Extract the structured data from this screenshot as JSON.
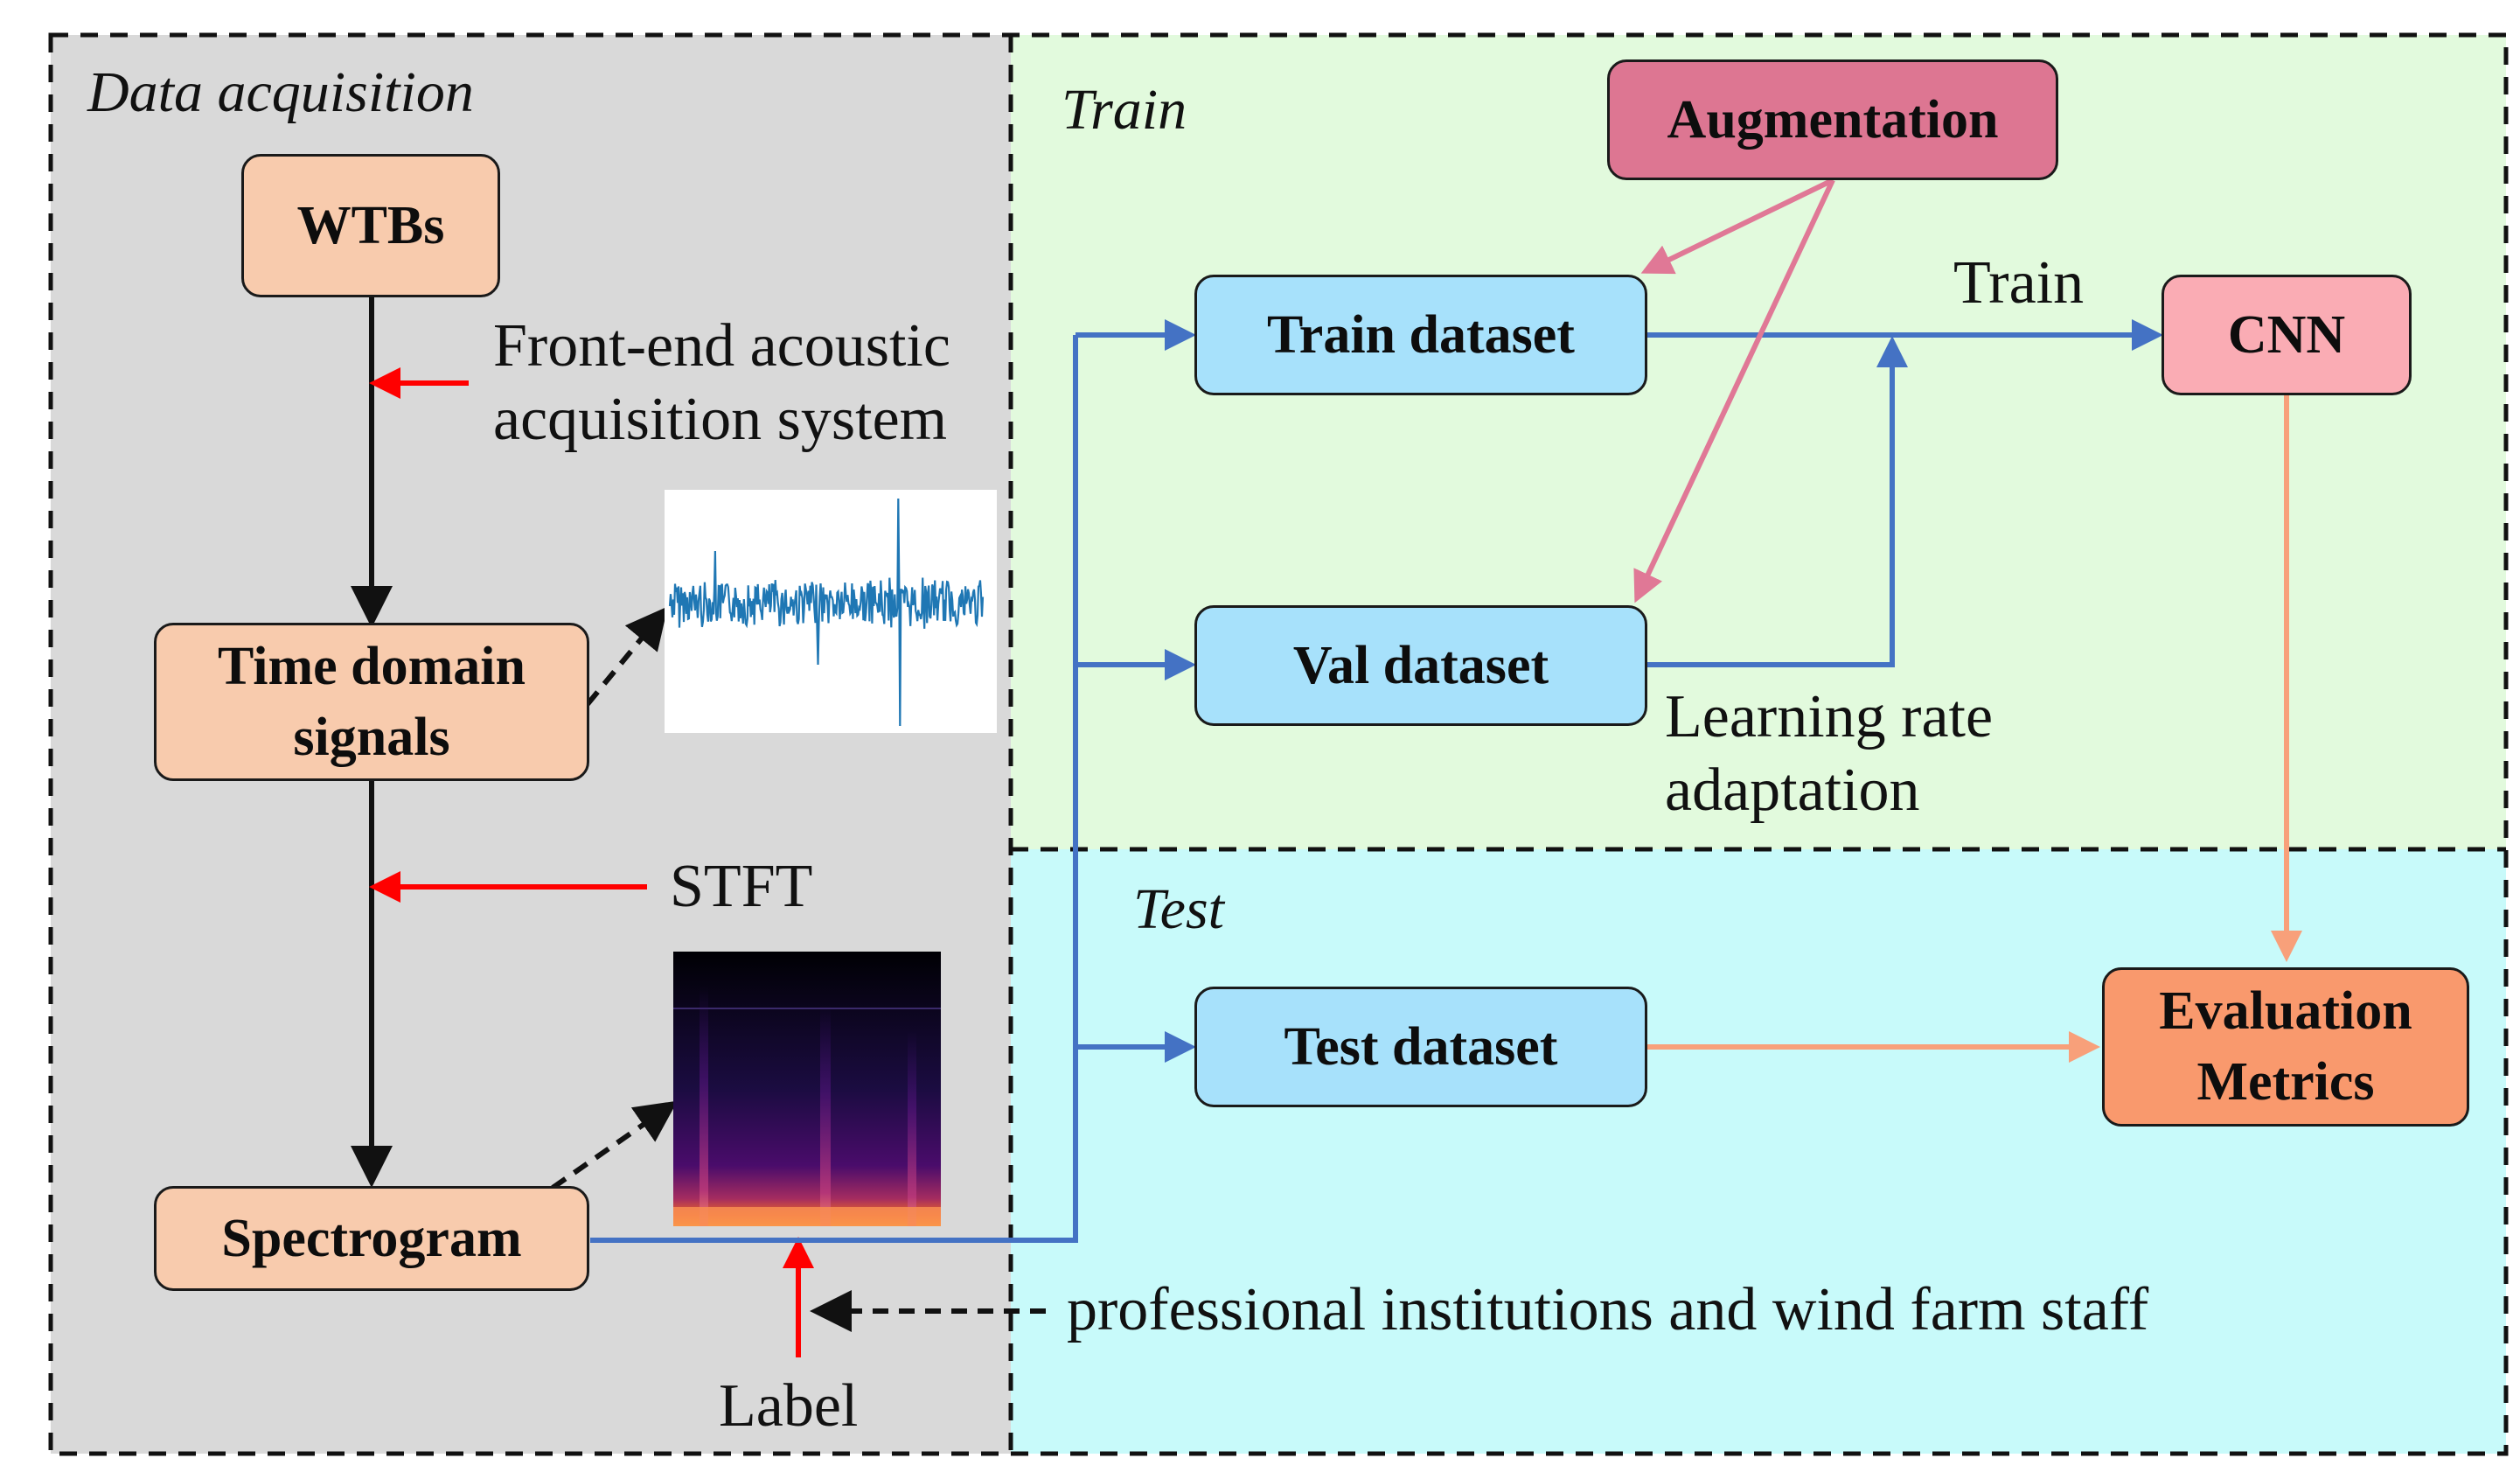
{
  "regions": {
    "data_acquisition": "Data acquisition",
    "train": "Train",
    "test": "Test"
  },
  "nodes": {
    "wtbs": "WTBs",
    "time_domain_line1": "Time domain",
    "time_domain_line2": "signals",
    "spectrogram": "Spectrogram",
    "augmentation": "Augmentation",
    "train_dataset": "Train dataset",
    "val_dataset": "Val dataset",
    "test_dataset": "Test dataset",
    "cnn": "CNN",
    "evaluation_line1": "Evaluation",
    "evaluation_line2": "Metrics"
  },
  "labels": {
    "frontend_line1": "Front-end acoustic",
    "frontend_line2": "acquisition system",
    "stft": "STFT",
    "label": "Label",
    "professional": "professional institutions and wind farm staff",
    "train_edge": "Train",
    "lr_line1": "Learning rate",
    "lr_line2": "adaptation"
  },
  "colors": {
    "acquisition_bg": "#d9d9d9",
    "train_bg": "#e2fadd",
    "test_bg": "#c8fafa",
    "blue_arrow": "#4472c4",
    "red_arrow": "#ff0000",
    "pink_arrow": "#e07896",
    "orange_arrow": "#f8a07a"
  }
}
